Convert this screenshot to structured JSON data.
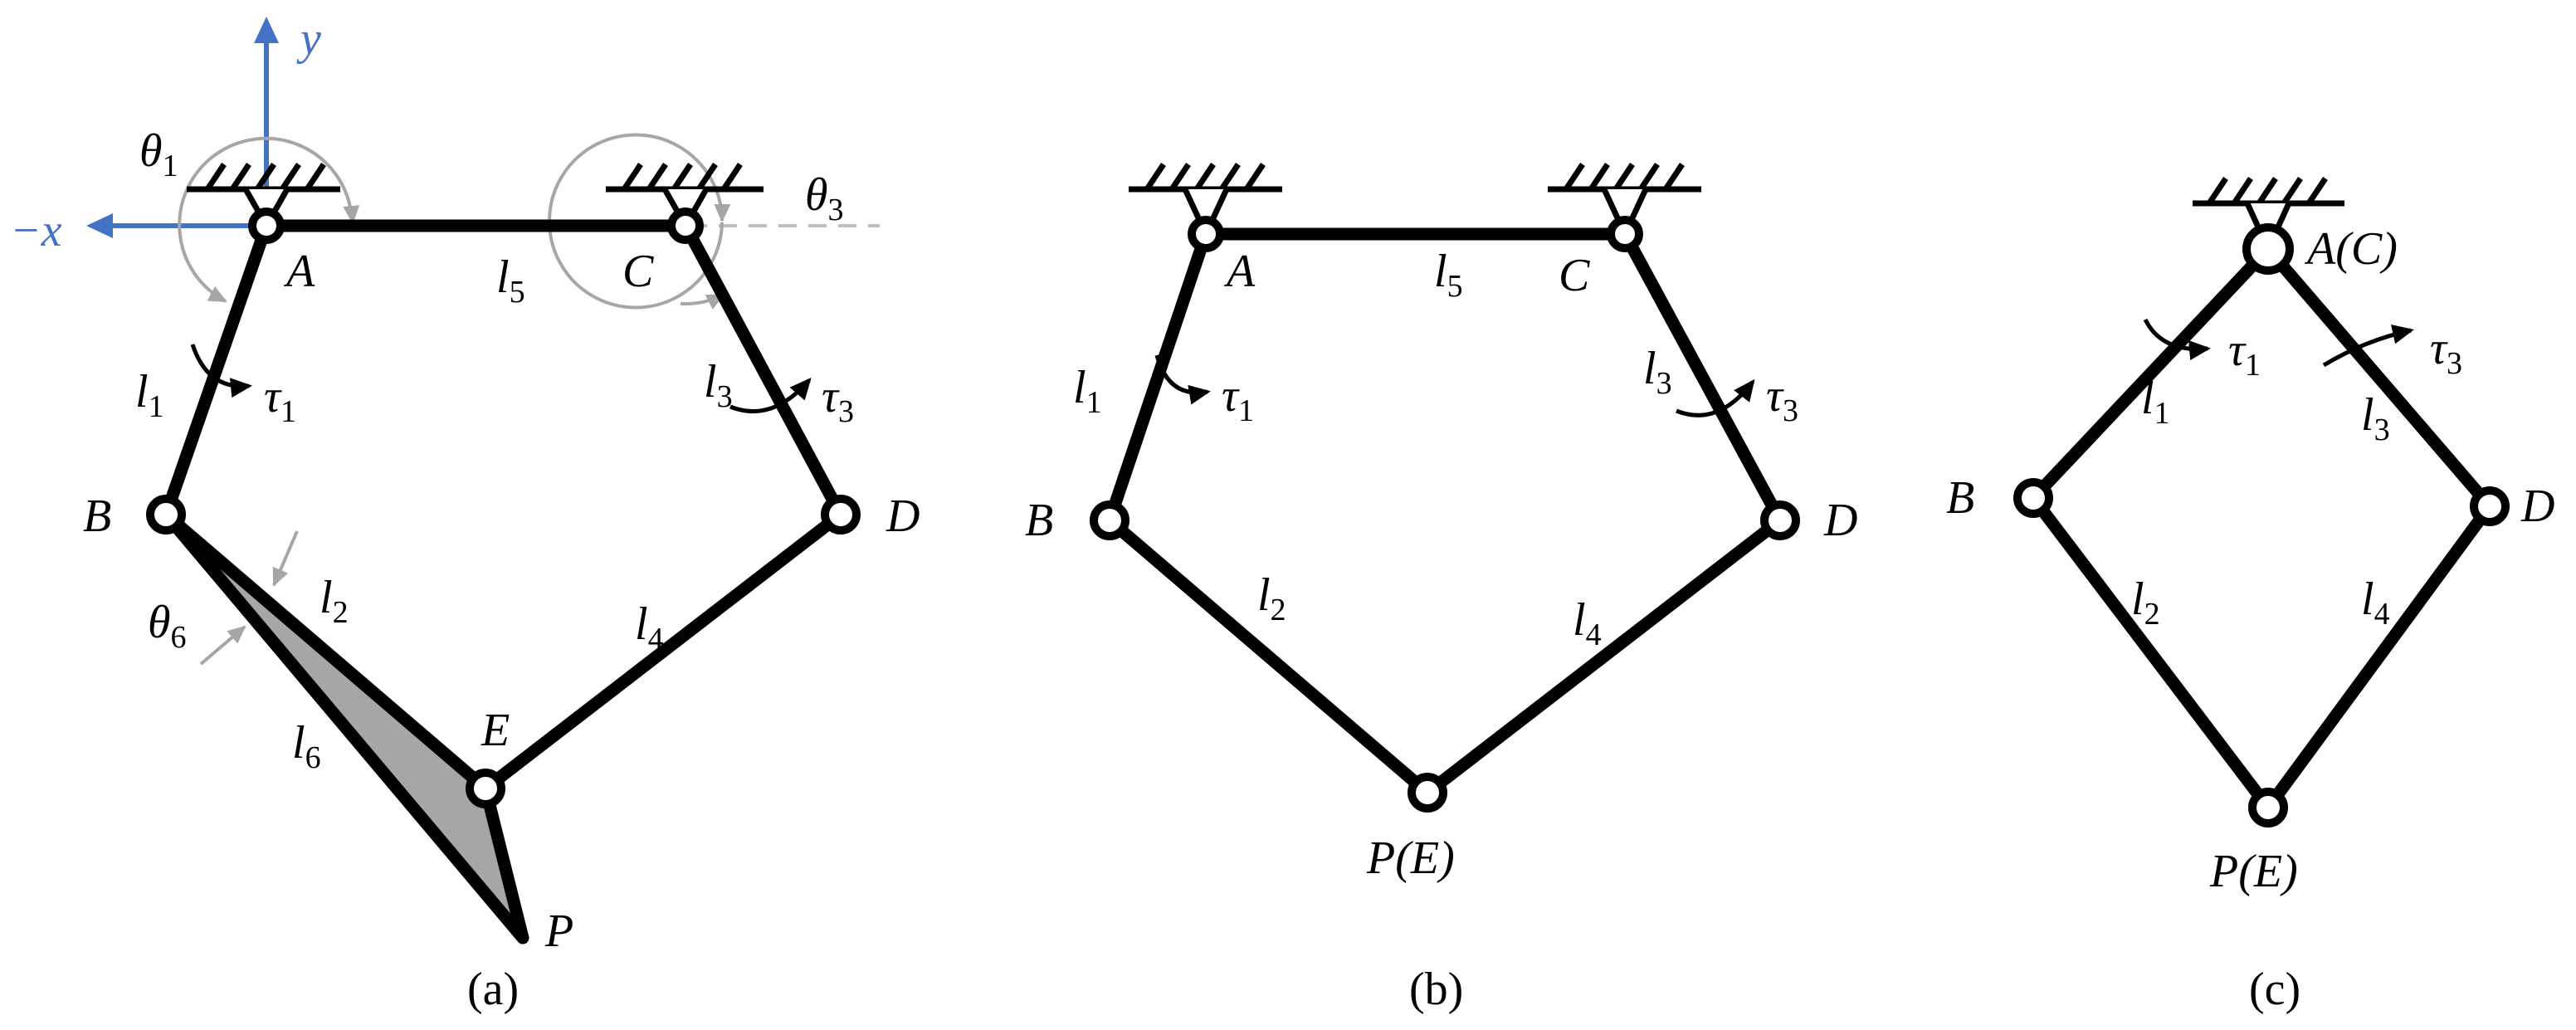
{
  "axes": {
    "y_label": "y",
    "x_label": "−x",
    "axis_color": "#4472c4"
  },
  "angle_color": "#a6a6a6",
  "panels": [
    {
      "caption": "(a)",
      "joints": {
        "A": "A",
        "B": "B",
        "C": "C",
        "D": "D",
        "E": "E",
        "P": "P"
      },
      "links": [
        {
          "base": "l",
          "sub": "1"
        },
        {
          "base": "l",
          "sub": "2"
        },
        {
          "base": "l",
          "sub": "3"
        },
        {
          "base": "l",
          "sub": "4"
        },
        {
          "base": "l",
          "sub": "5"
        },
        {
          "base": "l",
          "sub": "6"
        }
      ],
      "torques": [
        {
          "base": "τ",
          "sub": "1"
        },
        {
          "base": "τ",
          "sub": "3"
        }
      ],
      "angles": [
        {
          "base": "θ",
          "sub": "1"
        },
        {
          "base": "θ",
          "sub": "3"
        },
        {
          "base": "θ",
          "sub": "6"
        }
      ],
      "triangle_fill": "#a6a6a6"
    },
    {
      "caption": "(b)",
      "joints": {
        "A": "A",
        "B": "B",
        "C": "C",
        "D": "D",
        "PE": "P(E)"
      },
      "links": [
        {
          "base": "l",
          "sub": "1"
        },
        {
          "base": "l",
          "sub": "2"
        },
        {
          "base": "l",
          "sub": "3"
        },
        {
          "base": "l",
          "sub": "4"
        },
        {
          "base": "l",
          "sub": "5"
        }
      ],
      "torques": [
        {
          "base": "τ",
          "sub": "1"
        },
        {
          "base": "τ",
          "sub": "3"
        }
      ]
    },
    {
      "caption": "(c)",
      "joints": {
        "AC": "A(C)",
        "B": "B",
        "D": "D",
        "PE": "P(E)"
      },
      "links": [
        {
          "base": "l",
          "sub": "1"
        },
        {
          "base": "l",
          "sub": "2"
        },
        {
          "base": "l",
          "sub": "3"
        },
        {
          "base": "l",
          "sub": "4"
        }
      ],
      "torques": [
        {
          "base": "τ",
          "sub": "1"
        },
        {
          "base": "τ",
          "sub": "3"
        }
      ]
    }
  ]
}
